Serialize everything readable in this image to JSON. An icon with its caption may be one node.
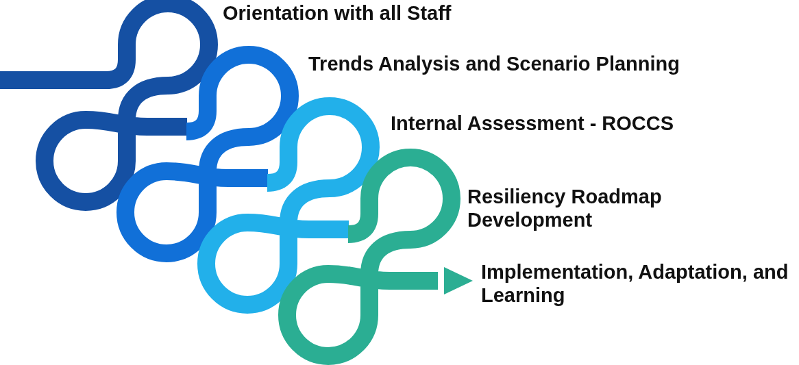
{
  "diagram": {
    "labels": [
      "Orientation with all Staff",
      "Trends Analysis and Scenario Planning",
      "Internal Assessment - ROCCS",
      "Resiliency Roadmap Development",
      "Implementation, Adaptation, and Learning"
    ]
  }
}
